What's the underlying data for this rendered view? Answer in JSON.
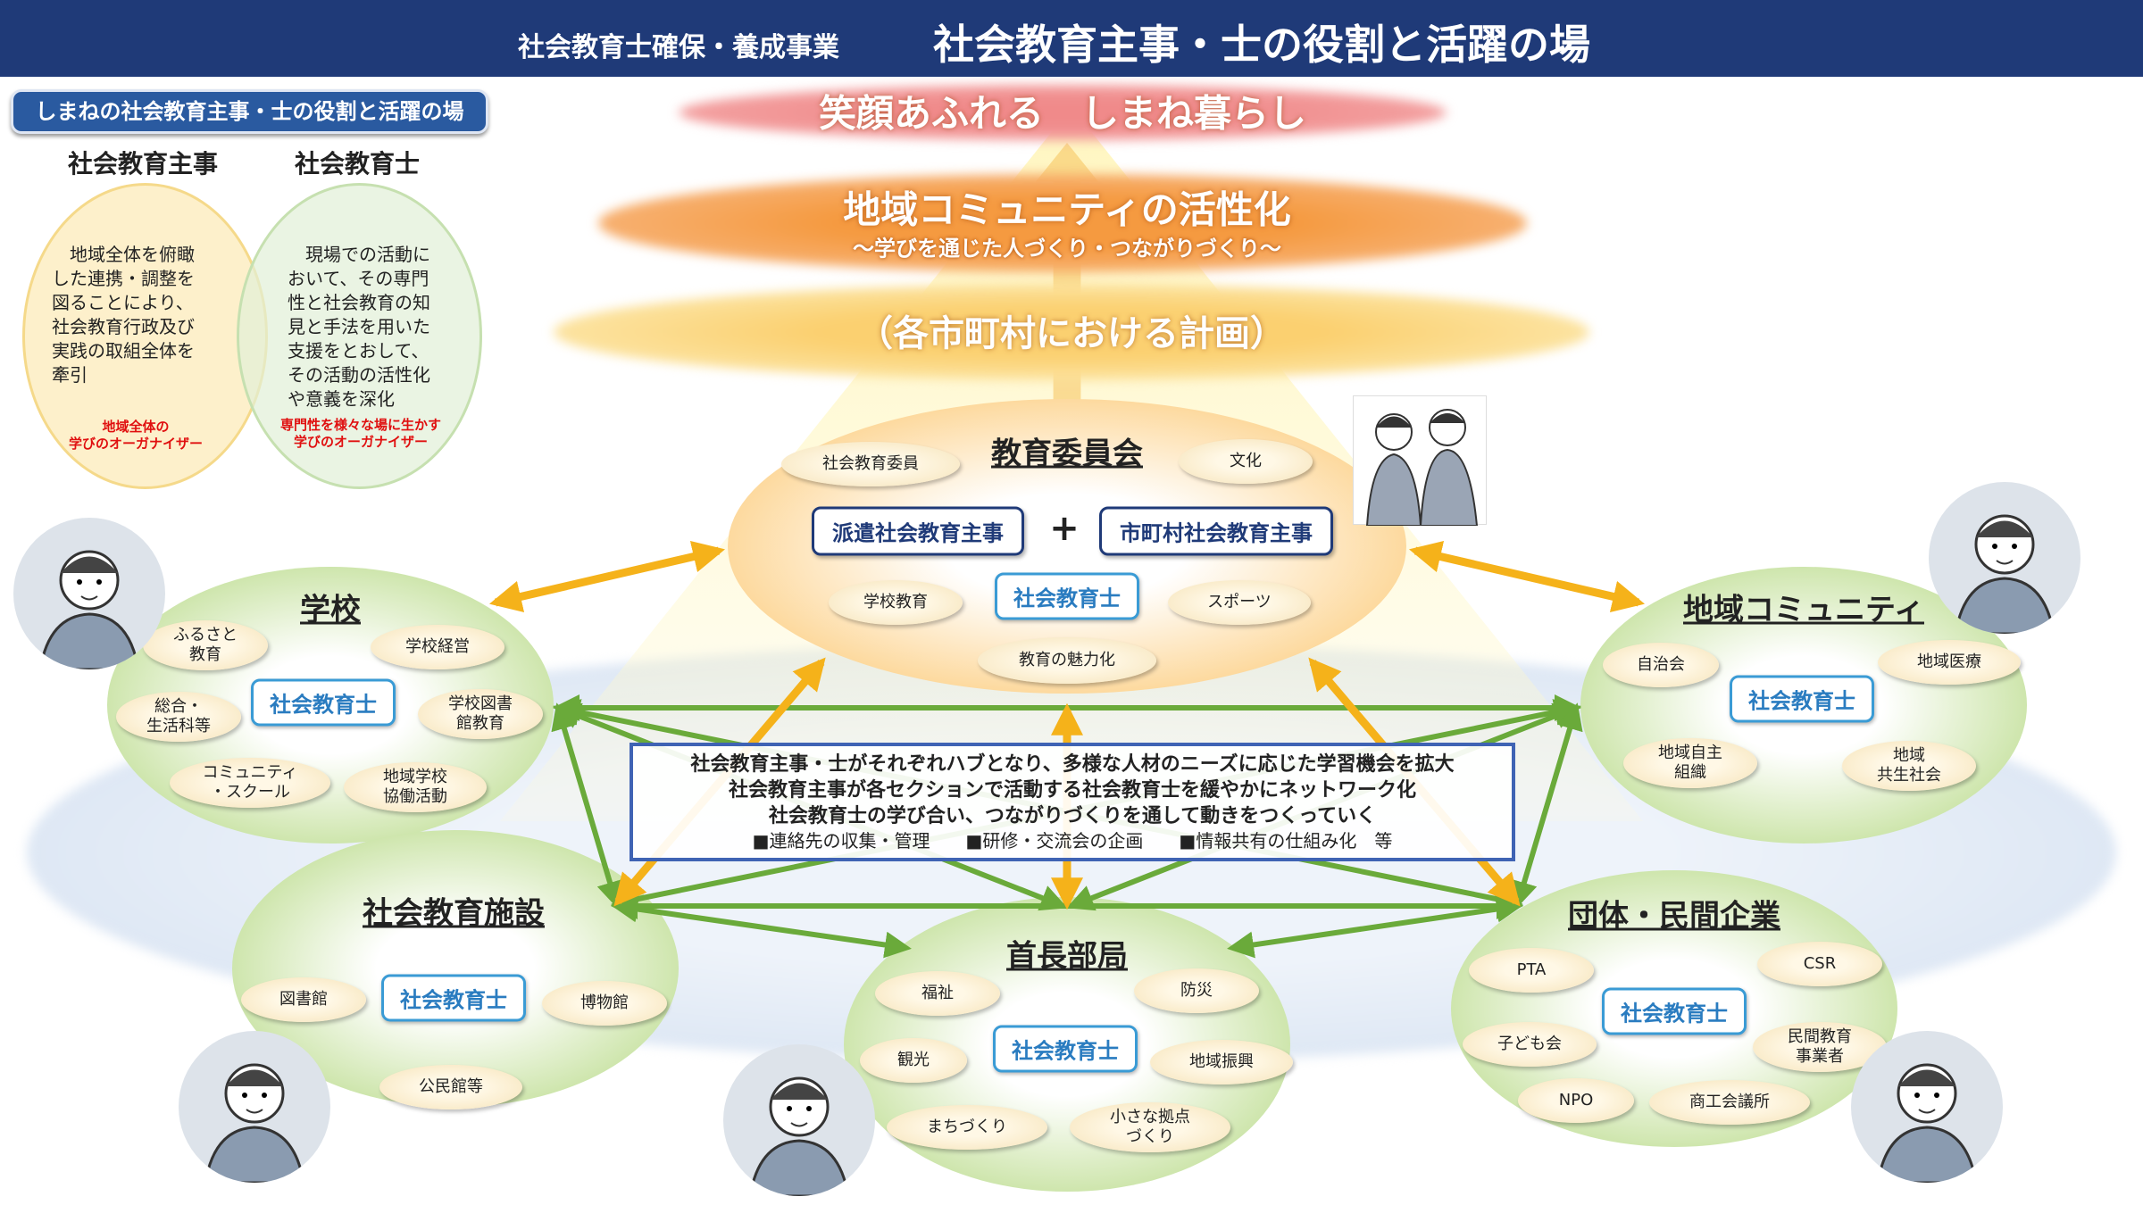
{
  "header": {
    "subtitle": "社会教育士確保・養成事業",
    "title": "社会教育主事・士の役割と活躍の場"
  },
  "panel": {
    "label": "しまねの社会教育主事・士の役割と活躍の場",
    "shuji": {
      "heading": "社会教育主事",
      "text": "　地域全体を俯瞰\nした連携・調整を\n図ることにより、\n社会教育行政及び\n実践の取組全体を\n牽引",
      "tag": "地域全体の\n学びのオーガナイザー"
    },
    "shi": {
      "heading": "社会教育士",
      "text": "　現場での活動に\nおいて、その専門\n性と社会教育の知\n見と手法を用いた\n支援をとおして、\nその活動の活性化\nや意義を深化",
      "tag": "専門性を様々な場に生かす\n学びのオーガナイザー"
    }
  },
  "goals": {
    "top": "笑顔あふれる　しまね暮らし",
    "middle": "地域コミュニティの活性化",
    "middle_sub": "～学びを通じた人づくり・つながりづくり～",
    "bottom": "（各市町村における計画）"
  },
  "board": {
    "title": "教育委員会",
    "shuji_dispatched": "派遣社会教育主事",
    "plus": "+",
    "shuji_municipal": "市町村社会教育主事",
    "shi": "社会教育士",
    "items": [
      "社会教育委員",
      "文化",
      "学校教育",
      "スポーツ",
      "教育の魅力化"
    ]
  },
  "nodes": {
    "school": {
      "title": "学校",
      "shi": "社会教育士",
      "items": [
        "ふるさと\n教育",
        "学校経営",
        "総合・\n生活科等",
        "学校図書\n館教育",
        "コミュニティ\n・スクール",
        "地域学校\n協働活動"
      ]
    },
    "community": {
      "title": "地域コミュニティ",
      "shi": "社会教育士",
      "items": [
        "自治会",
        "地域医療",
        "地域自主\n組織",
        "地域\n共生社会"
      ]
    },
    "facility": {
      "title": "社会教育施設",
      "shi": "社会教育士",
      "items": [
        "図書館",
        "博物館",
        "公民館等"
      ]
    },
    "mayor": {
      "title": "首長部局",
      "shi": "社会教育士",
      "items": [
        "福祉",
        "防災",
        "観光",
        "地域振興",
        "まちづくり",
        "小さな拠点\nづくり"
      ]
    },
    "org": {
      "title": "団体・民間企業",
      "shi": "社会教育士",
      "items": [
        "PTA",
        "CSR",
        "子ども会",
        "民間教育\n事業者",
        "NPO",
        "商工会議所"
      ]
    }
  },
  "center": {
    "lines": [
      "社会教育主事・士がそれぞれハブとなり、多様な人材のニーズに応じた学習機会を拡大",
      "社会教育主事が各セクションで活動する社会教育士を緩やかにネットワーク化",
      "社会教育士の学び合い、つながりづくりを通して動きをつくっていく"
    ],
    "bullets": "■連絡先の収集・管理　　■研修・交流会の企画　　■情報共有の仕組み化　等"
  },
  "colors": {
    "navy": "#1f3a78",
    "green": "#6aaa3a",
    "orange": "#f5b21a",
    "red": "#e01010"
  }
}
